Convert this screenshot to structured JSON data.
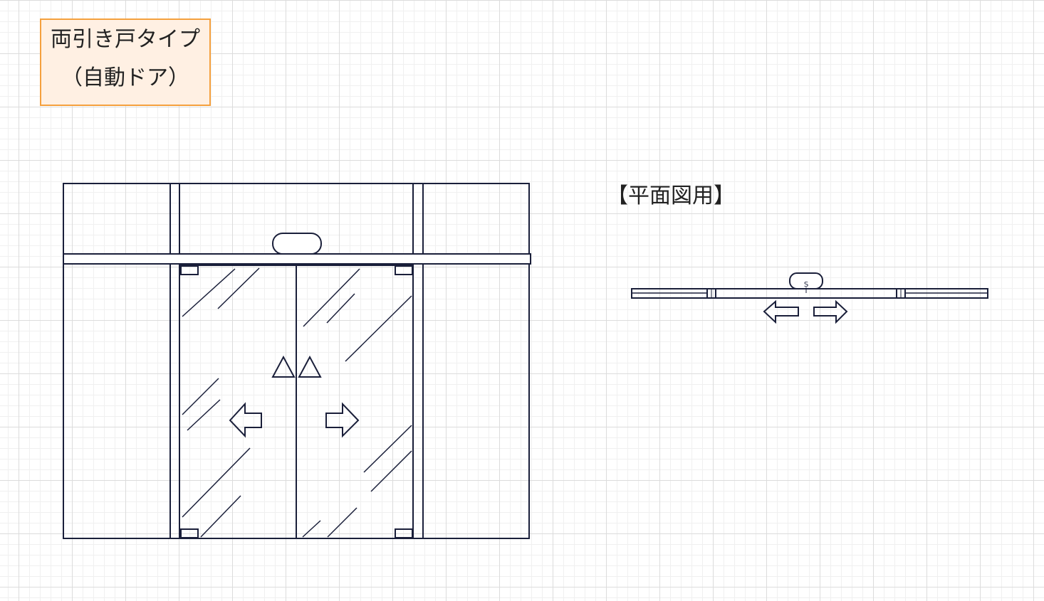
{
  "title": {
    "line1": "両引き戸タイプ",
    "line2": "（自動ドア）"
  },
  "plan_label": "【平面図用】",
  "sensor_mark": "S",
  "colors": {
    "line": "#1a1f3a",
    "title_border": "#f5a03d",
    "title_fill": "#fff0e3",
    "grid": "#dcdcdc"
  }
}
